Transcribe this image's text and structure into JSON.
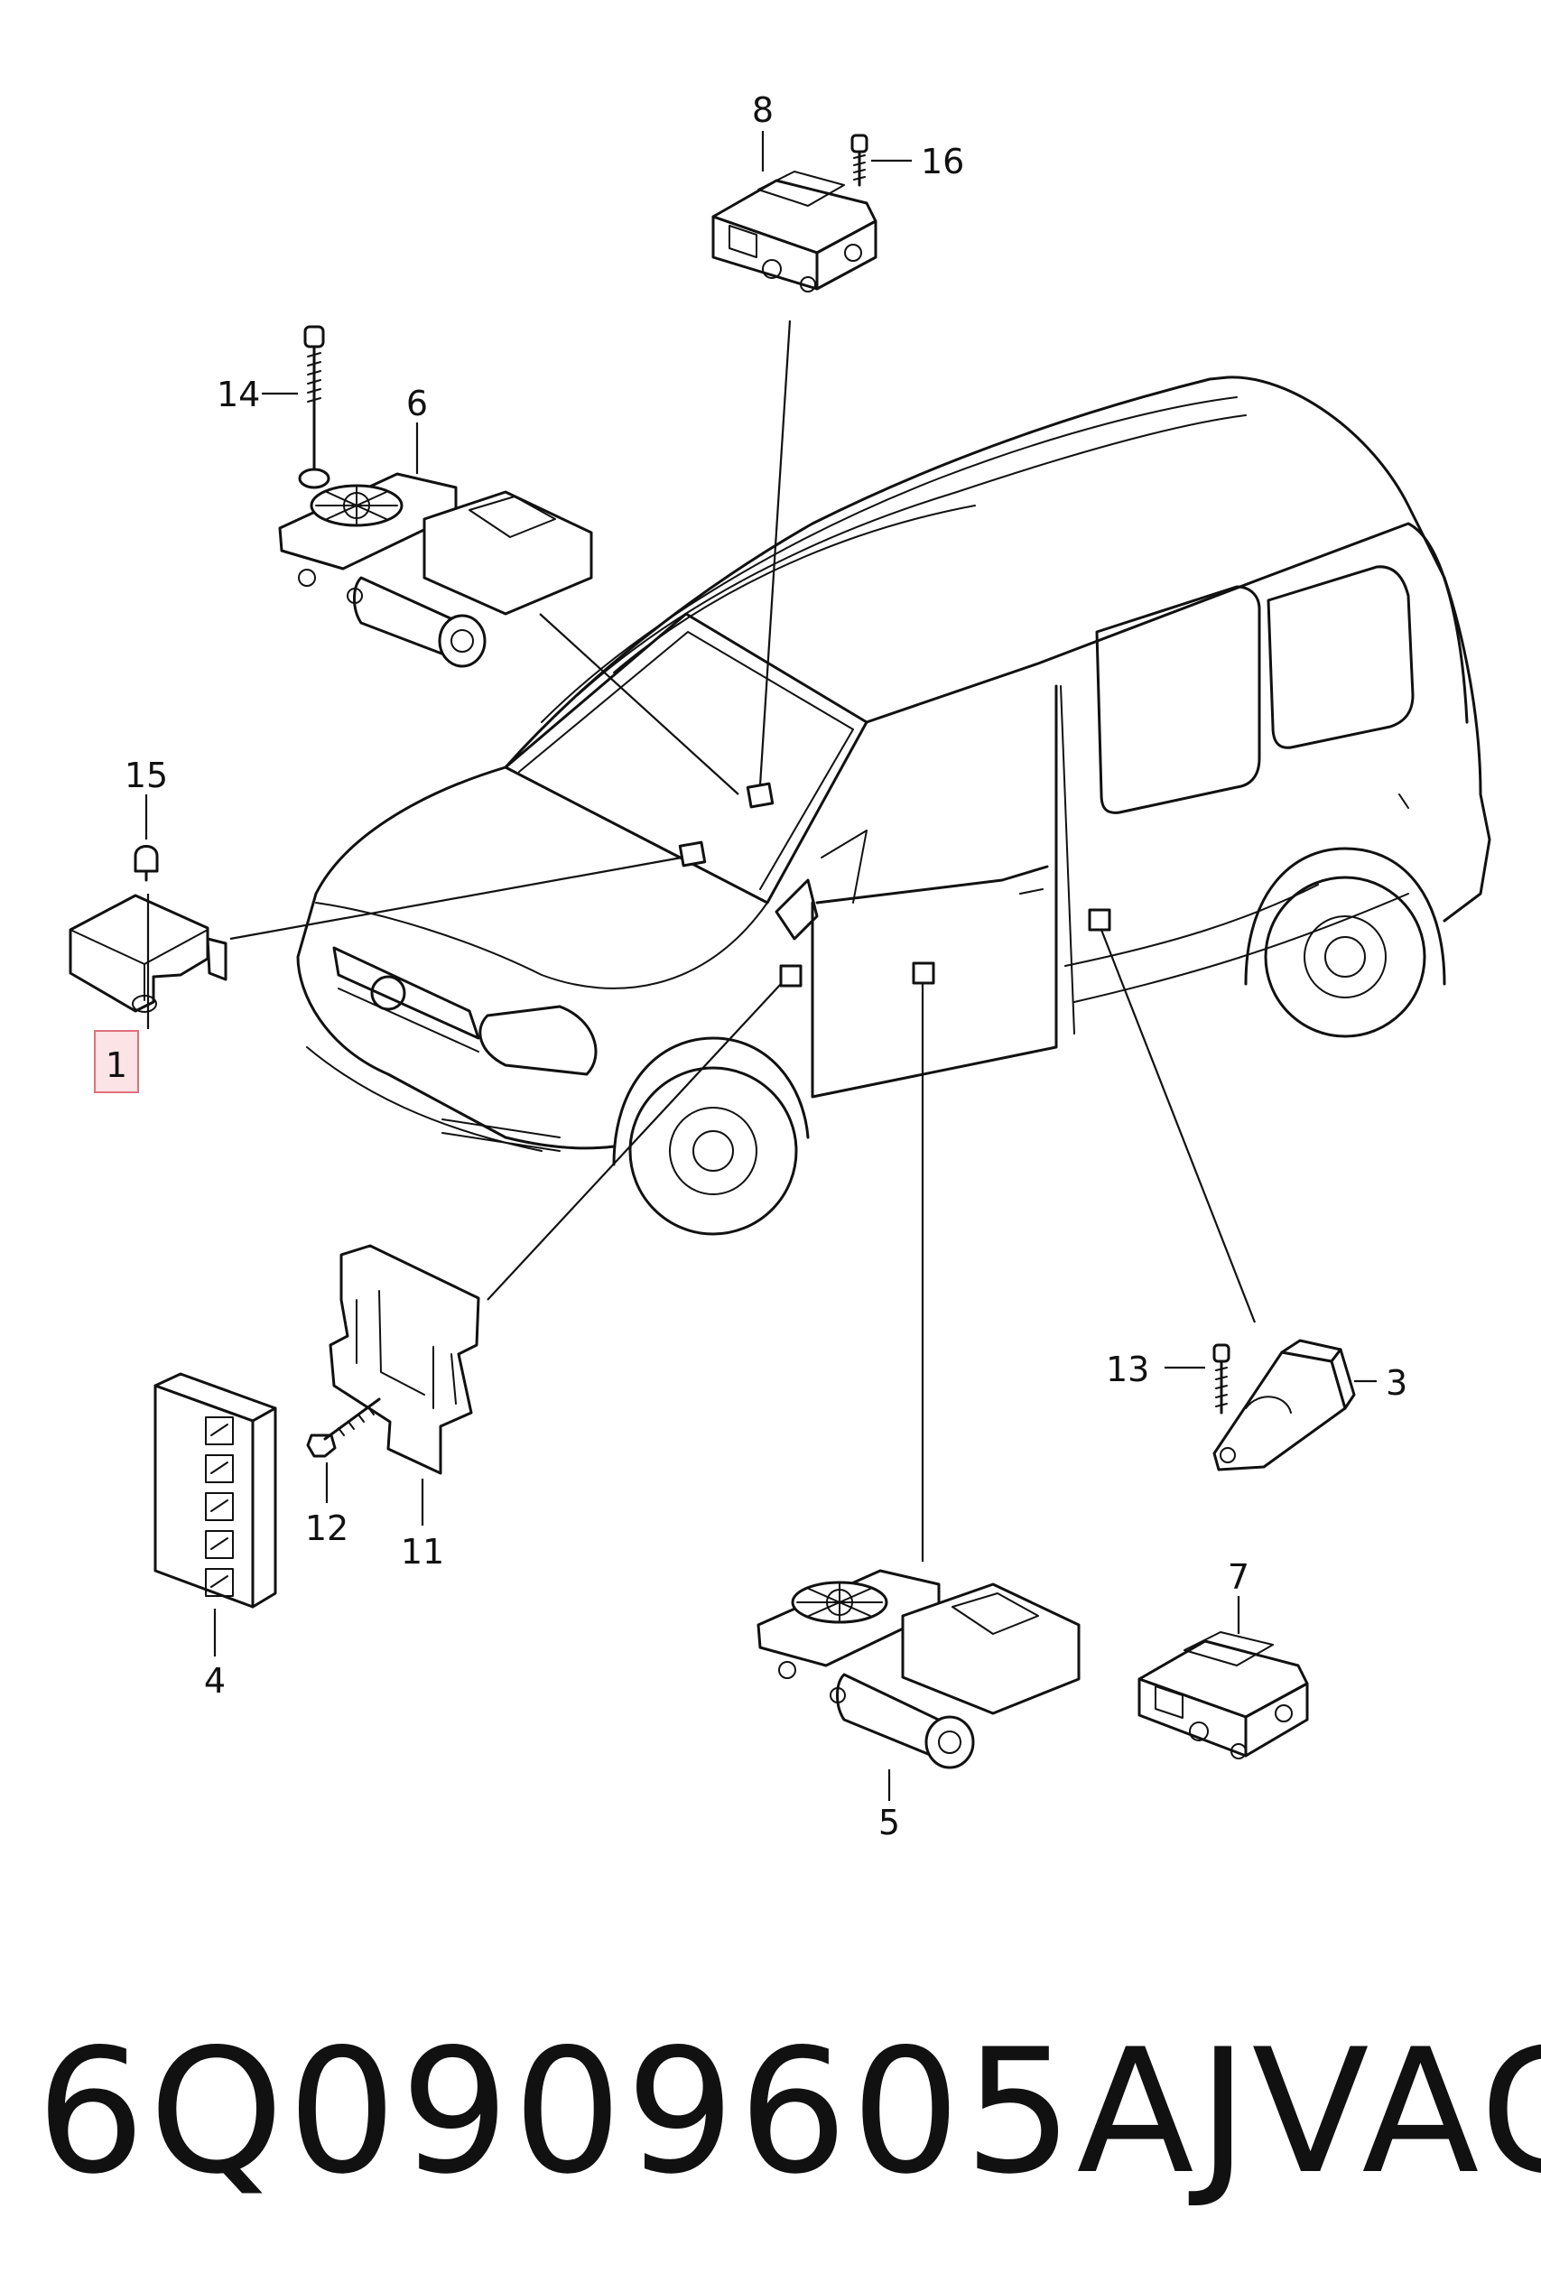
{
  "callouts": {
    "c1": "1",
    "c3": "3",
    "c4": "4",
    "c5": "5",
    "c6": "6",
    "c7": "7",
    "c8": "8",
    "c11": "11",
    "c12": "12",
    "c13": "13",
    "c14": "14",
    "c15": "15",
    "c16": "16"
  },
  "highlighted_part": "1",
  "caption": {
    "part_number": "6Q0909605AJ",
    "brand": "VAG"
  }
}
